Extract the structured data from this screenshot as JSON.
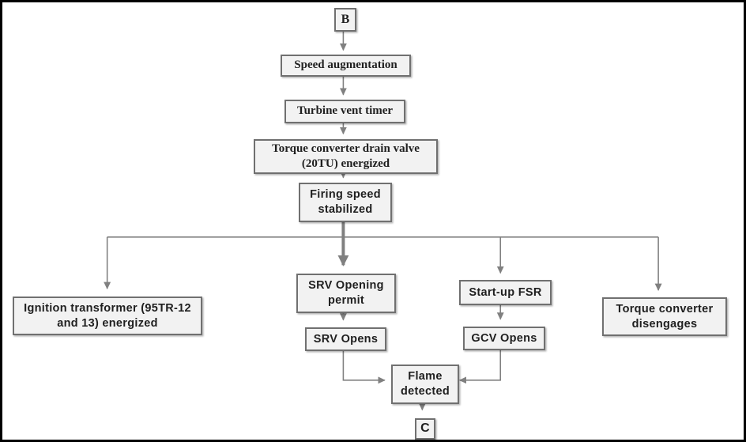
{
  "diagram_type": "flowchart",
  "colors": {
    "background": "#ffffff",
    "outer_border": "#000000",
    "node_fill": "#f2f2f2",
    "node_border": "#707070",
    "connector": "#808080",
    "text": "#1f1f1f"
  },
  "nodes": {
    "connector_b": {
      "label": "B"
    },
    "speed_augmentation": {
      "label": "Speed augmentation"
    },
    "turbine_vent_timer": {
      "label": "Turbine vent timer"
    },
    "torque_converter_drain_valve": {
      "label": "Torque converter drain valve (20TU) energized"
    },
    "firing_speed_stabilized": {
      "label": "Firing speed stabilized"
    },
    "ignition_transformer": {
      "label": "Ignition transformer (95TR-12 and 13) energized"
    },
    "srv_opening_permit": {
      "label": "SRV Opening permit"
    },
    "srv_opens": {
      "label": "SRV Opens"
    },
    "startup_fsr": {
      "label": "Start-up FSR"
    },
    "gcv_opens": {
      "label": "GCV Opens"
    },
    "torque_converter_disengages": {
      "label": "Torque converter disengages"
    },
    "flame_detected": {
      "label": "Flame detected"
    },
    "connector_c": {
      "label": "C"
    }
  },
  "edges": [
    {
      "from": "connector_b",
      "to": "speed_augmentation"
    },
    {
      "from": "speed_augmentation",
      "to": "turbine_vent_timer"
    },
    {
      "from": "turbine_vent_timer",
      "to": "torque_converter_drain_valve"
    },
    {
      "from": "torque_converter_drain_valve",
      "to": "firing_speed_stabilized"
    },
    {
      "from": "firing_speed_stabilized",
      "to": "ignition_transformer"
    },
    {
      "from": "firing_speed_stabilized",
      "to": "srv_opening_permit"
    },
    {
      "from": "firing_speed_stabilized",
      "to": "startup_fsr"
    },
    {
      "from": "firing_speed_stabilized",
      "to": "torque_converter_disengages"
    },
    {
      "from": "srv_opening_permit",
      "to": "srv_opens"
    },
    {
      "from": "startup_fsr",
      "to": "gcv_opens"
    },
    {
      "from": "srv_opens",
      "to": "flame_detected"
    },
    {
      "from": "gcv_opens",
      "to": "flame_detected"
    },
    {
      "from": "flame_detected",
      "to": "connector_c"
    }
  ]
}
